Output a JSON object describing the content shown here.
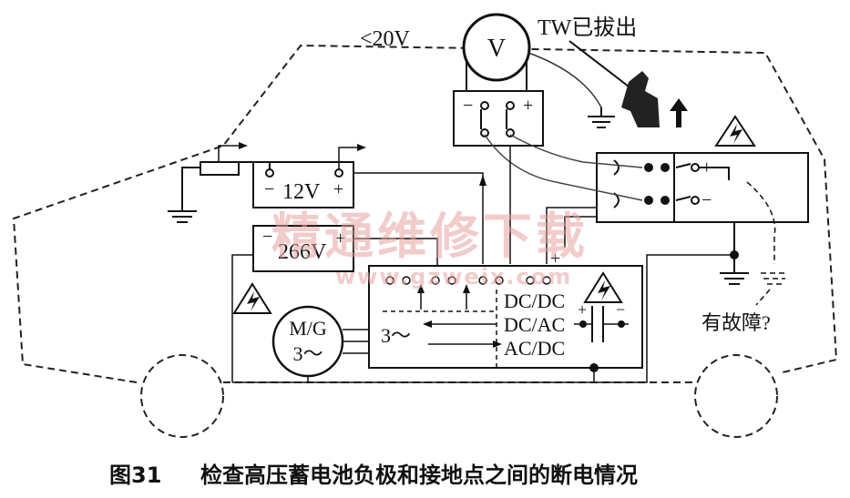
{
  "labels": {
    "voltage_limit": "<20V",
    "voltmeter": "V",
    "tw_removed": "TW已拔出",
    "battery_12v": "12V",
    "battery_266v": "266V",
    "mg_line1": "M/G",
    "mg_line2": "3～",
    "inverter_3phase": "3～",
    "dcdc": "DC/DC",
    "dcac": "DC/AC",
    "acdc": "AC/DC",
    "fault_question": "有故障?",
    "plus": "+",
    "minus": "−"
  },
  "watermark": {
    "chinese": "精通维修下载",
    "url": "www.gzweix.com"
  },
  "caption": {
    "figure_number": "图31",
    "title": "检查高压蓄电池负极和接地点之间的断电情况"
  },
  "colors": {
    "ink": "#111111",
    "watermark": "#e8a0a0",
    "background": "#ffffff"
  },
  "icons": [
    "high-voltage-warning-icon",
    "ground-symbol-icon",
    "service-plug-icon",
    "up-arrow-icon"
  ]
}
